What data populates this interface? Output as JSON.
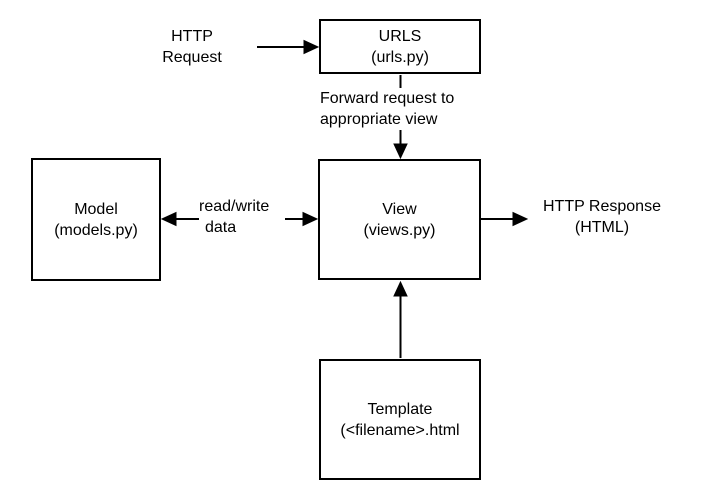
{
  "colors": {
    "background": "#ffffff",
    "line": "#000000",
    "text": "#000000"
  },
  "nodes": {
    "urls": {
      "title": "URLS",
      "subtitle": "(urls.py)"
    },
    "model": {
      "title": "Model",
      "subtitle": "(models.py)"
    },
    "view": {
      "title": "View",
      "subtitle": "(views.py)"
    },
    "template": {
      "title": "Template",
      "subtitle": "(<filename>.html"
    }
  },
  "labels": {
    "http_request": {
      "line1": "HTTP",
      "line2": "Request"
    },
    "forward_request": {
      "line1": "Forward request to",
      "line2": "appropriate view"
    },
    "read_write": {
      "line1": "read/write",
      "line2": "data"
    },
    "http_response": {
      "line1": "HTTP Response",
      "line2": "(HTML)"
    }
  },
  "arrows": [
    {
      "id": "http-request-to-urls",
      "from": "HTTP Request",
      "to": "URLS",
      "direction": "right"
    },
    {
      "id": "urls-to-view",
      "from": "URLS",
      "to": "View",
      "direction": "down"
    },
    {
      "id": "model-view",
      "from": "Model",
      "to": "View",
      "direction": "bidirectional"
    },
    {
      "id": "view-to-http-response",
      "from": "View",
      "to": "HTTP Response",
      "direction": "right"
    },
    {
      "id": "template-to-view",
      "from": "Template",
      "to": "View",
      "direction": "up"
    }
  ]
}
